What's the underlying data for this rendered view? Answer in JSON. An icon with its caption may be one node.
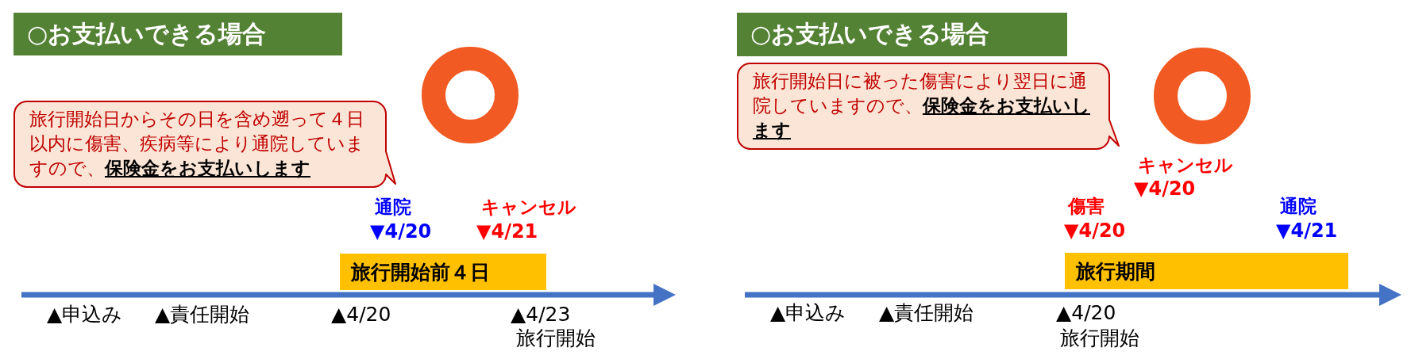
{
  "diagram": {
    "nodes": [
      {
        "text": [
          "○お支払いできる場合"
        ]
      },
      {
        "text": [
          "旅行開始日からその日を含め遡って４日以内に傷害、疾病等により通院していますので、**保険金をお支払いします**"
        ]
      },
      {
        "text": [
          "旅行開始前４日"
        ]
      },
      {
        "text": [
          "○お支払いできる場合"
        ]
      },
      {
        "text": [
          "旅行開始日に被った傷害により翌日に通院していますので、**保険金をお支払いします**"
        ]
      },
      {
        "text": [
          "旅行期間"
        ]
      }
    ],
    "labels": [
      "通院",
      "キャンセル",
      "▼4/20",
      "▼4/21",
      "▲申込み",
      "▲責任開始",
      "▲4/20",
      "▲4/23",
      "旅行開始",
      "キャンセル",
      "▼4/20",
      "傷害",
      "通院",
      "▼4/20",
      "▼4/21",
      "▲申込み",
      "▲責任開始",
      "▲4/20",
      "旅行開始"
    ]
  }
}
